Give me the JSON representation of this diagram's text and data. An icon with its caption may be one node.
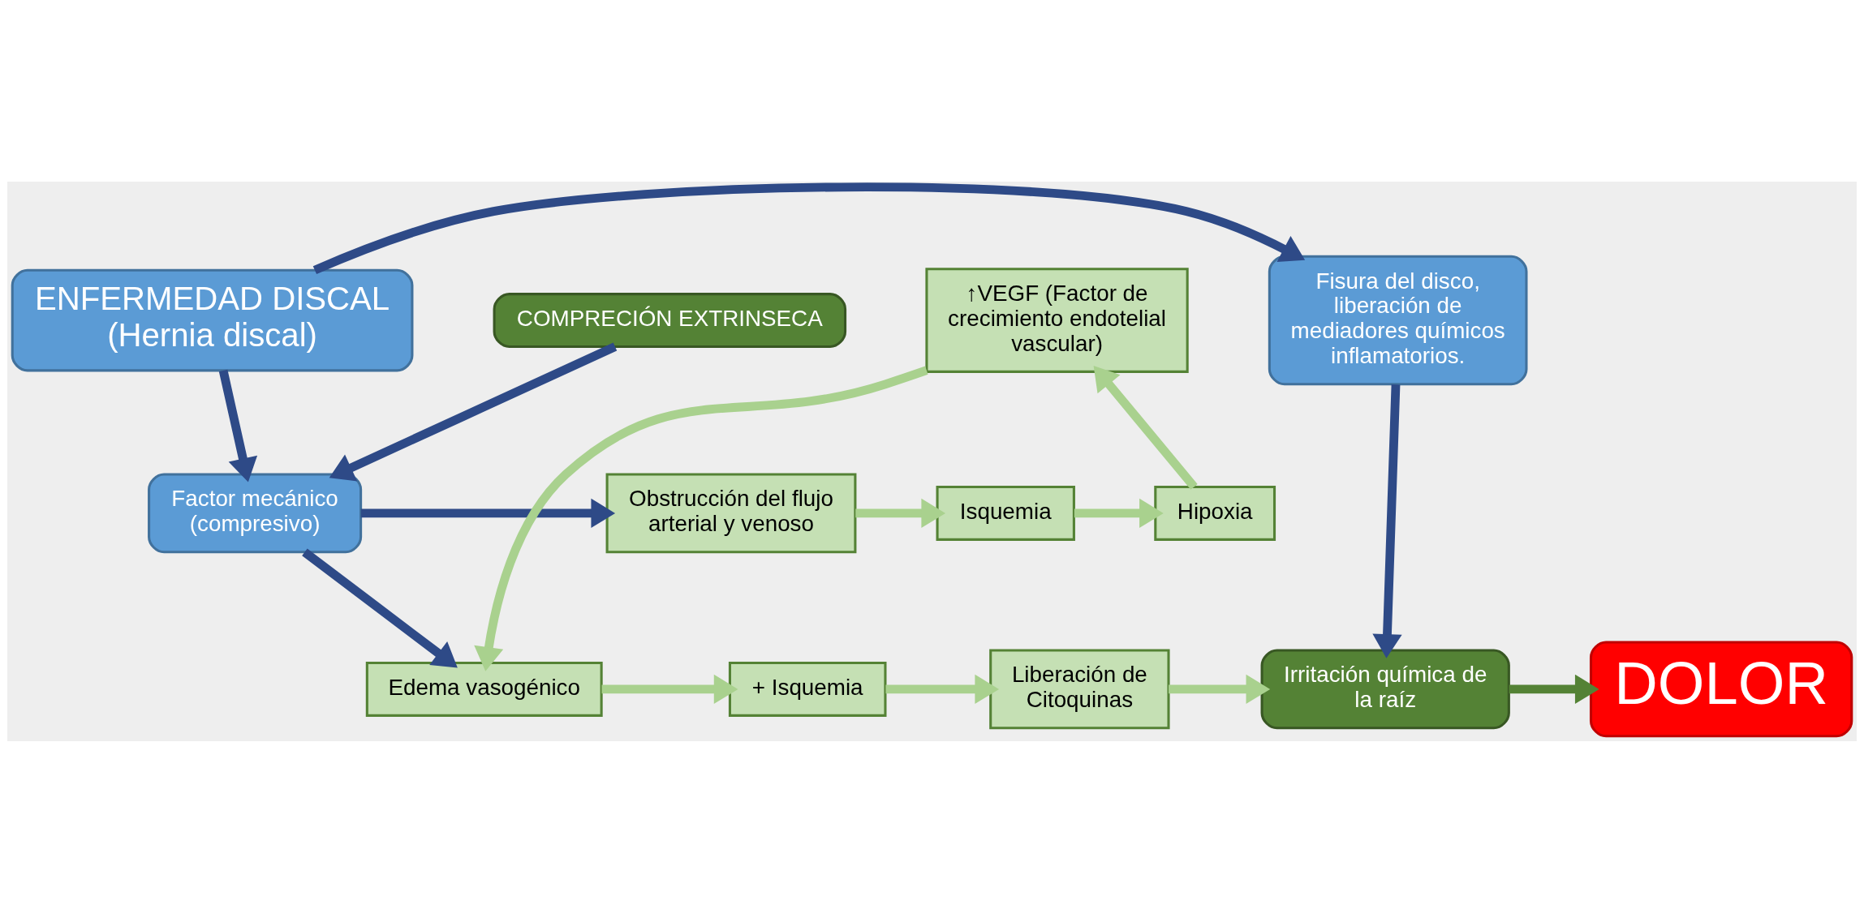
{
  "diagram": {
    "nodes": [
      {
        "text": [
          "ENFERMEDAD DISCAL",
          "(Hernia discal)"
        ]
      },
      {
        "text": [
          "COMPRECIÓN EXTRINSECA"
        ]
      },
      {
        "text": [
          "Factor mecánico",
          "(compresivo)"
        ]
      },
      {
        "text": [
          "Obstrucción del flujo arterial y venoso"
        ]
      },
      {
        "text": [
          "Isquemia"
        ]
      },
      {
        "text": [
          "Hipoxia"
        ]
      },
      {
        "text": [
          "↑VEGF (Factor de crecimiento endotelial vascular)"
        ]
      },
      {
        "text": [
          "Fisura del disco, liberación de mediadores químicos inflamatorios."
        ]
      },
      {
        "text": [
          "Edema vasogénico"
        ]
      },
      {
        "text": [
          "+ Isquemia"
        ]
      },
      {
        "text": [
          "Liberación de Citoquinas"
        ]
      },
      {
        "text": [
          "Irritación química de la raíz"
        ]
      },
      {
        "text": [
          "DOLOR"
        ]
      }
    ],
    "edges": [
      {
        "from": 0,
        "to": 2,
        "arrow": "to",
        "color": "#2e4a87"
      },
      {
        "from": 0,
        "to": 7,
        "arrow": "to",
        "color": "#2e4a87"
      },
      {
        "from": 1,
        "to": 2,
        "arrow": "to",
        "color": "#2e4a87"
      },
      {
        "from": 2,
        "to": 3,
        "arrow": "to",
        "color": "#2e4a87"
      },
      {
        "from": 2,
        "to": 8,
        "arrow": "to",
        "color": "#2e4a87"
      },
      {
        "from": 3,
        "to": 4,
        "arrow": "to"
      },
      {
        "from": 4,
        "to": 5,
        "arrow": "to"
      },
      {
        "from": 5,
        "to": 6,
        "arrow": "to"
      },
      {
        "from": 6,
        "to": 8,
        "arrow": "to"
      },
      {
        "from": 7,
        "to": 11,
        "arrow": "to",
        "color": "#2e4a87"
      },
      {
        "from": 8,
        "to": 9,
        "arrow": "to"
      },
      {
        "from": 9,
        "to": 10,
        "arrow": "to"
      },
      {
        "from": 10,
        "to": 11,
        "arrow": "to"
      },
      {
        "from": 11,
        "to": 12,
        "arrow": "to",
        "color": "#548235"
      }
    ]
  }
}
